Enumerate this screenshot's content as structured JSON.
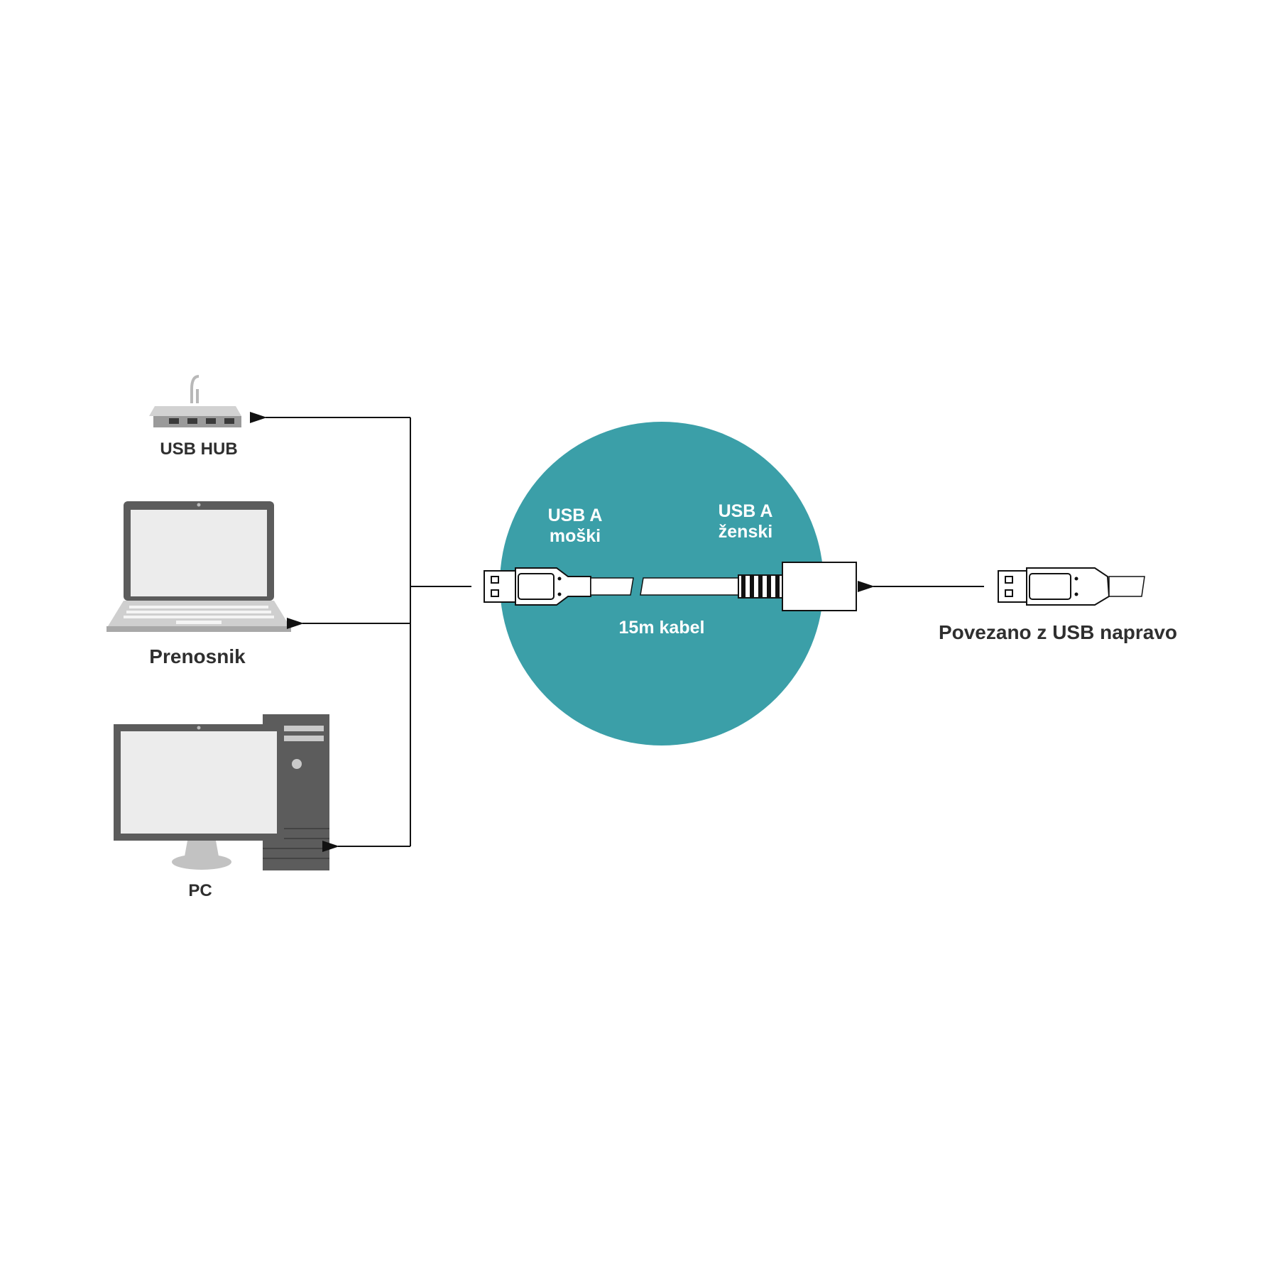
{
  "devices": {
    "hub_label": "USB HUB",
    "laptop_label": "Prenosnik",
    "pc_label": "PC"
  },
  "cable": {
    "male_label_line1": "USB A",
    "male_label_line2": "moški",
    "female_label_line1": "USB A",
    "female_label_line2": "ženski",
    "length_label": "15m kabel"
  },
  "device_side": {
    "label": "Povezano z USB napravo"
  },
  "colors": {
    "circle": "#3b9fa8",
    "device_dark": "#5c5c5c",
    "device_light": "#c4c4c4",
    "screen": "#ececec",
    "line": "#111111"
  }
}
